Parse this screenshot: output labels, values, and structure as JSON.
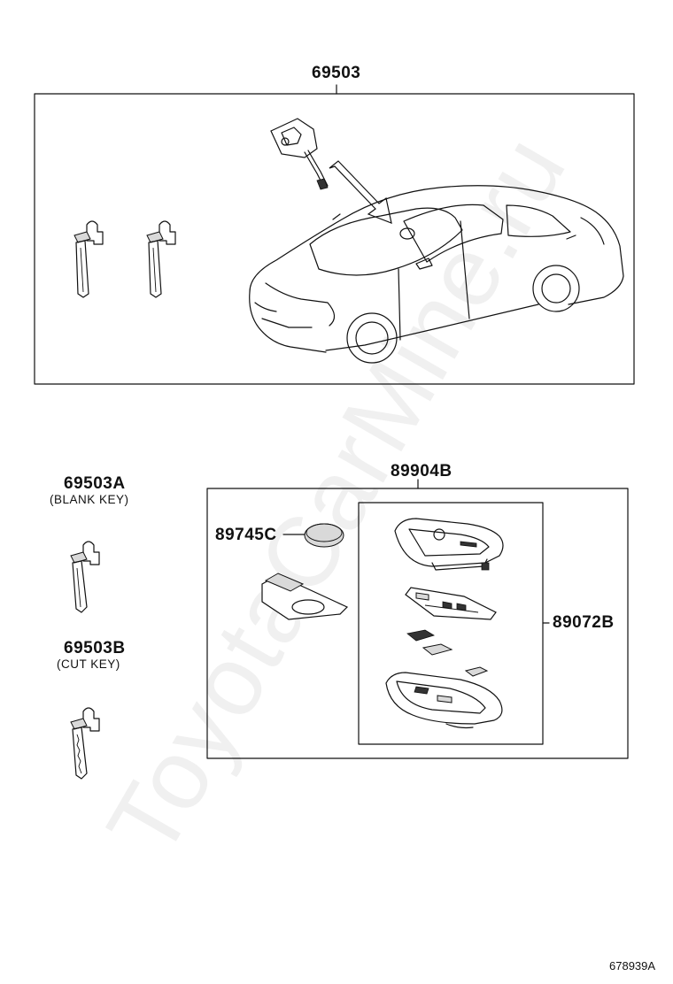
{
  "diagram": {
    "parts": {
      "main_set": {
        "code": "69503"
      },
      "blank_key": {
        "code": "69503A",
        "desc": "(BLANK KEY)"
      },
      "cut_key": {
        "code": "69503B",
        "desc": "(CUT KEY)"
      },
      "transmitter_set": {
        "code": "89904B"
      },
      "battery": {
        "code": "89745C"
      },
      "transmitter_housing": {
        "code": "89072B"
      }
    },
    "figure_code": "678939A",
    "watermark": "ToyotaCarMine.ru"
  }
}
